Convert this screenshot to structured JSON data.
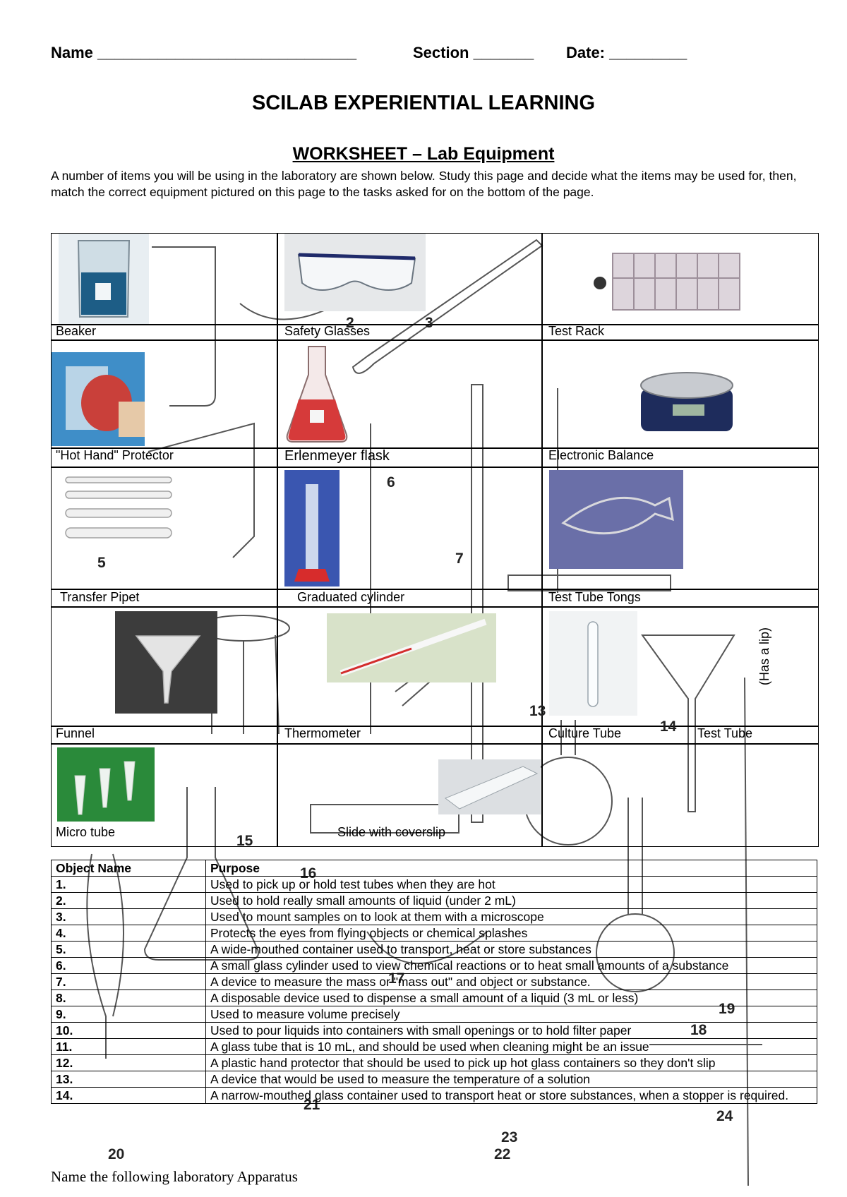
{
  "header": {
    "name_label": "Name ______________________________",
    "section_label": "Section _______",
    "date_label": "Date: _________"
  },
  "title": "SCILAB EXPERIENTIAL LEARNING",
  "subtitle": "WORKSHEET – Lab Equipment",
  "intro": "A number of items you will be using in the laboratory are shown below. Study this page and decide what the items may be used for, then, match the correct equipment pictured on this page to the tasks asked for on the bottom of the page.",
  "equipment": {
    "beaker": "Beaker",
    "safety_glasses": "Safety Glasses",
    "test_rack": "Test Rack",
    "hot_hand": "\"Hot Hand\" Protector",
    "erlenmeyer": "Erlenmeyer flask",
    "balance": "Electronic Balance",
    "transfer_pipet": "Transfer Pipet",
    "graduated_cylinder": "Graduated cylinder",
    "test_tube_tongs": "Test Tube Tongs",
    "funnel": "Funnel",
    "thermometer": "Thermometer",
    "culture_tube": "Culture Tube",
    "test_tube": "Test Tube",
    "has_lip": "(Has a lip)",
    "micro_tube": "Micro tube",
    "slide": "Slide with coverslip"
  },
  "table": {
    "col_object": "Object Name",
    "col_purpose": "Purpose",
    "rows": [
      {
        "num": "1.",
        "purpose": "Used to pick up or hold test tubes when they are hot"
      },
      {
        "num": "2.",
        "purpose": "Used to hold really small amounts of liquid (under 2 mL)"
      },
      {
        "num": "3.",
        "purpose": "Used to mount samples on to look at them with a microscope"
      },
      {
        "num": "4.",
        "purpose": "Protects the eyes from flying objects or chemical splashes"
      },
      {
        "num": "5.",
        "purpose": "A wide-mouthed container used to transport, heat or store substances"
      },
      {
        "num": "6.",
        "purpose": "A small glass cylinder used to view chemical reactions or to heat small amounts of a substance"
      },
      {
        "num": "7.",
        "purpose": "A device to measure the mass or \"mass out\" and object or substance."
      },
      {
        "num": "8.",
        "purpose": "A disposable device used to dispense a small amount of a liquid (3 mL or less)"
      },
      {
        "num": "9.",
        "purpose": "Used to measure volume precisely"
      },
      {
        "num": "10.",
        "purpose": "Used to pour liquids into containers with small openings or to hold filter paper"
      },
      {
        "num": "11.",
        "purpose": "A glass tube that is 10 mL, and should be used when cleaning might be an issue"
      },
      {
        "num": "12.",
        "purpose": "A plastic hand protector that should be used to pick up hot glass containers so they don't slip"
      },
      {
        "num": "13.",
        "purpose": "A device that would be used to measure the temperature of a solution"
      },
      {
        "num": "14.",
        "purpose": "A narrow-mouthed glass container used to transport heat or store substances, when a stopper is required."
      }
    ]
  },
  "sketch_numbers": [
    "2",
    "3",
    "5",
    "6",
    "7",
    "13",
    "14",
    "15",
    "16",
    "17",
    "18",
    "19",
    "20",
    "21",
    "22",
    "23",
    "24"
  ],
  "footer": "Name the following laboratory Apparatus"
}
